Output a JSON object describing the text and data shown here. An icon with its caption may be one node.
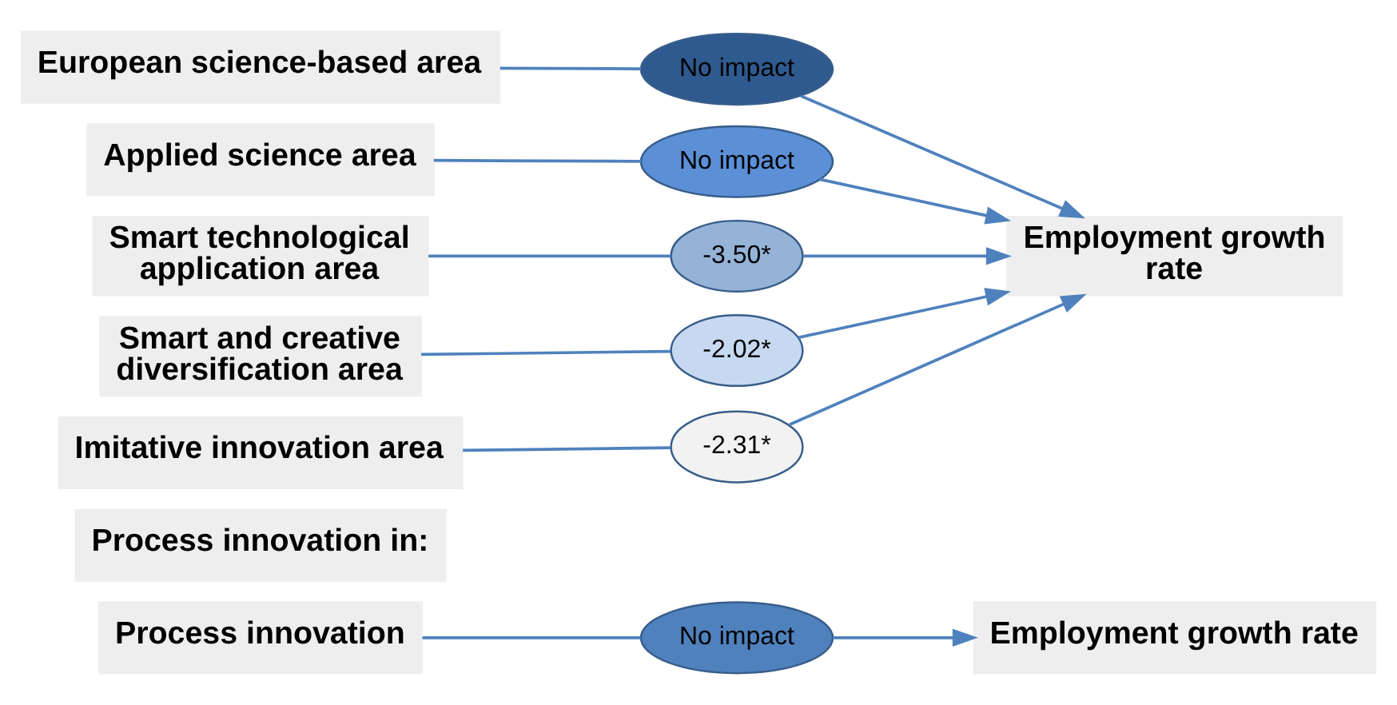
{
  "diagram": {
    "nodes": [
      {
        "text": [
          "Process innovation"
        ]
      },
      {
        "text": [
          "No impact"
        ]
      },
      {
        "text": [
          "Employment growth rate"
        ]
      },
      {
        "text": [
          "Process innovation in:"
        ]
      },
      {
        "text": [
          "European science-based area"
        ]
      },
      {
        "text": [
          "No impact"
        ]
      },
      {
        "text": [
          "Applied science area"
        ]
      },
      {
        "text": [
          "No impact"
        ]
      },
      {
        "text": [
          "Smart technological application area"
        ]
      },
      {
        "text": [
          "-3.50*"
        ]
      },
      {
        "text": [
          "Smart and creative diversification area"
        ]
      },
      {
        "text": [
          "-2.02*"
        ]
      },
      {
        "text": [
          "Imitative innovation area"
        ]
      },
      {
        "text": [
          "-2.31*"
        ]
      },
      {
        "text": [
          "Employment growth rate"
        ]
      }
    ],
    "edges": [
      {
        "from": 0,
        "to": 1,
        "arrow": "none"
      },
      {
        "from": 1,
        "to": 2,
        "arrow": "to"
      },
      {
        "from": 4,
        "to": 5,
        "arrow": "none"
      },
      {
        "from": 5,
        "to": 14,
        "arrow": "to"
      },
      {
        "from": 6,
        "to": 7,
        "arrow": "none"
      },
      {
        "from": 7,
        "to": 14,
        "arrow": "to"
      },
      {
        "from": 8,
        "to": 9,
        "arrow": "none"
      },
      {
        "from": 9,
        "to": 14,
        "arrow": "to"
      },
      {
        "from": 10,
        "to": 11,
        "arrow": "none"
      },
      {
        "from": 11,
        "to": 14,
        "arrow": "to"
      },
      {
        "from": 12,
        "to": 13,
        "arrow": "none"
      },
      {
        "from": 13,
        "to": 14,
        "arrow": "to"
      }
    ]
  }
}
